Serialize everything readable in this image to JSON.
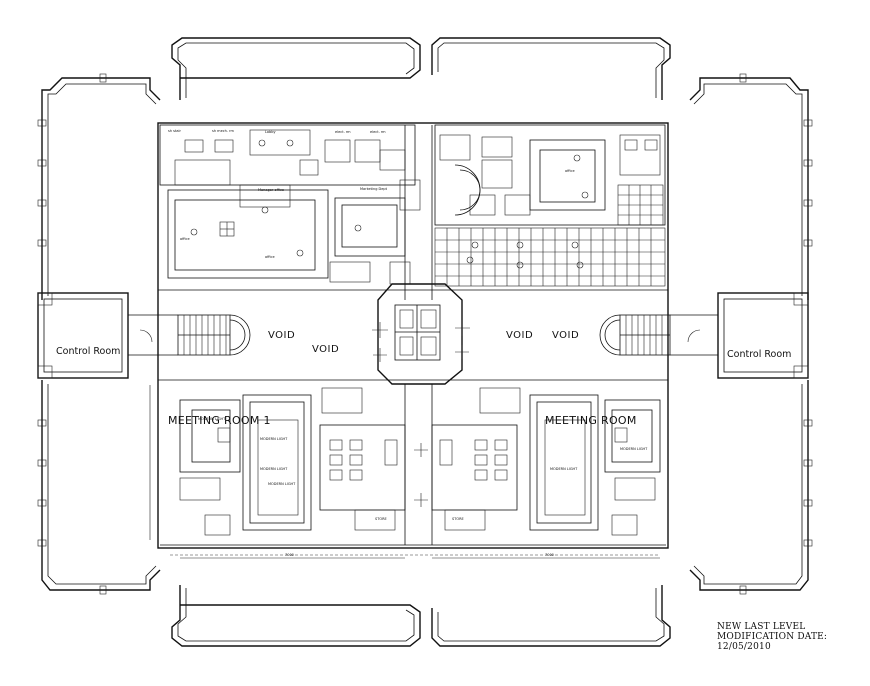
{
  "labels": {
    "void_1": "VOID",
    "void_2": "VOID",
    "void_3": "VOID",
    "void_4": "VOID",
    "meeting_room_1": "MEETING ROOM 1",
    "meeting_room_2": "MEETING ROOM",
    "control_room_left": "Control Room",
    "control_room_right": "Control Room"
  },
  "title_block": {
    "line1": "NEW LAST LEVEL",
    "line2": "MODIFICATION DATE:",
    "line3": "12/05/2010"
  },
  "colors": {
    "ink": "#111111",
    "paper": "#ffffff"
  }
}
